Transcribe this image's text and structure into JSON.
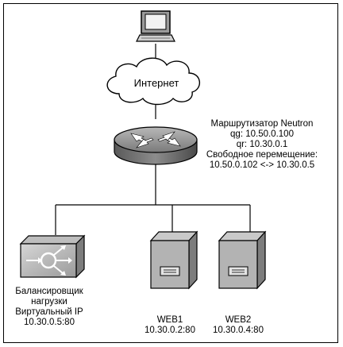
{
  "internet": {
    "label": "Интернет"
  },
  "router": {
    "lines": [
      "Маршрутизатор Neutron",
      "qg: 10.50.0.100",
      "qr: 10.30.0.1",
      "Свободное перемещение:",
      "10.50.0.102 <-> 10.30.0.5"
    ]
  },
  "load_balancer": {
    "lines": [
      "Балансировщик",
      "нагрузки",
      "Виртуальный IP",
      "10.30.0.5:80"
    ]
  },
  "web1": {
    "name": "WEB1",
    "address": "10.30.0.2:80"
  },
  "web2": {
    "name": "WEB2",
    "address": "10.30.0.4:80"
  }
}
